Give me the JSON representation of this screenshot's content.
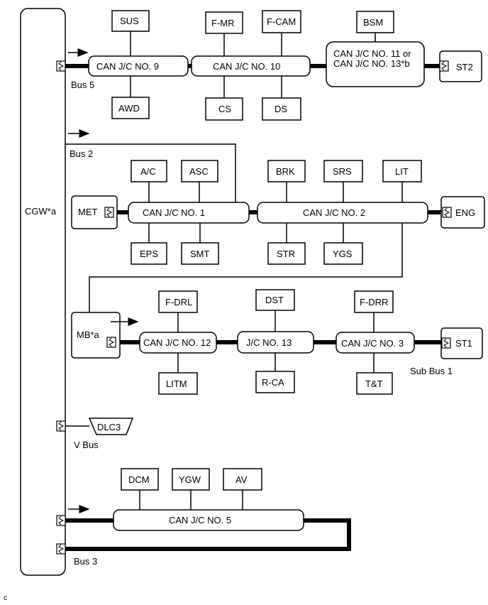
{
  "gateway": {
    "label": "CGW*a"
  },
  "buses": {
    "bus5": "Bus 5",
    "bus2": "Bus 2",
    "sub_bus1": "Sub Bus 1",
    "v_bus": "V Bus",
    "bus3": "Bus 3"
  },
  "junctions": {
    "jc9": "CAN J/C NO. 9",
    "jc10": "CAN J/C NO. 10",
    "jc11_line1": "CAN J/C NO. 11 or",
    "jc11_line2": "CAN J/C NO. 13*b",
    "jc1": "CAN J/C NO. 1",
    "jc2": "CAN J/C NO. 2",
    "jc12": "CAN J/C NO. 12",
    "jc13": "J/C NO. 13",
    "jc3": "CAN J/C NO. 3",
    "jc5": "CAN J/C NO. 5"
  },
  "ecus": {
    "sus": "SUS",
    "awd": "AWD",
    "fmr": "F-MR",
    "fcam": "F-CAM",
    "cs": "CS",
    "ds": "DS",
    "bsm": "BSM",
    "st2": "ST2",
    "ac": "A/C",
    "asc": "ASC",
    "eps": "EPS",
    "smt": "SMT",
    "met": "MET",
    "brk": "BRK",
    "srs": "SRS",
    "lit": "LIT",
    "str": "STR",
    "ygs": "YGS",
    "eng": "ENG",
    "mb": "MB*a",
    "fdrl": "F-DRL",
    "litm": "LITM",
    "dst": "DST",
    "rca": "R-CA",
    "fdrr": "F-DRR",
    "tt": "T&T",
    "st1": "ST1",
    "dlc3": "DLC3",
    "dcm": "DCM",
    "ygw": "YGW",
    "av": "AV"
  },
  "figure_code": "c"
}
